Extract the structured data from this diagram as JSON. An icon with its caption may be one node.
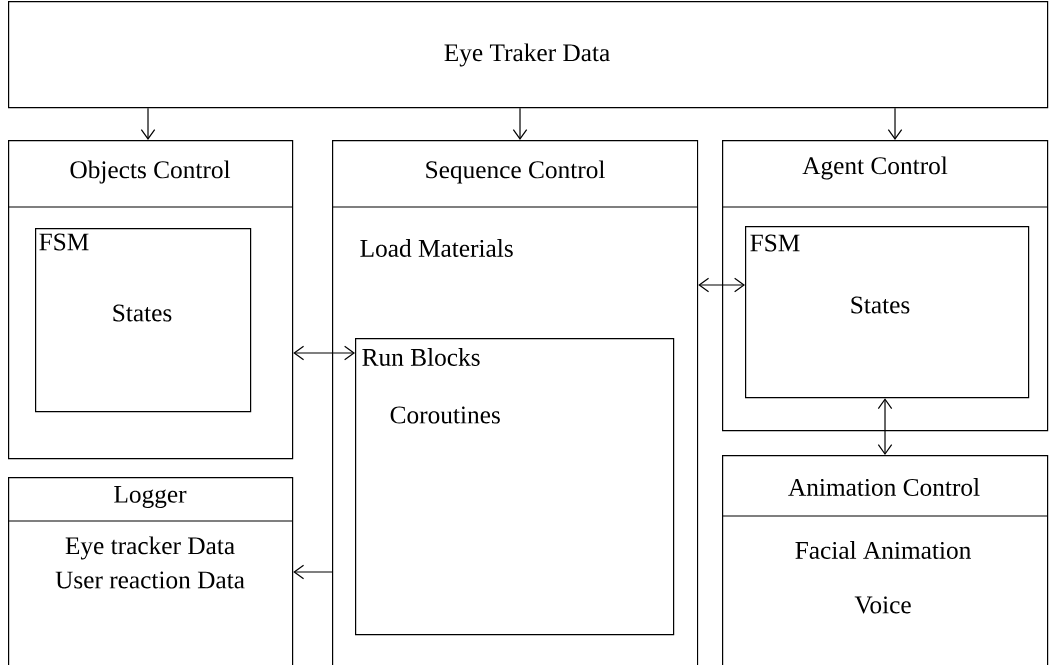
{
  "diagram": {
    "nodes": [
      {
        "text": [
          "Eye Traker Data"
        ]
      },
      {
        "text": [
          "Objects Control"
        ]
      },
      {
        "text": [
          "FSM",
          "States"
        ],
        "in": 1
      },
      {
        "text": [
          "Sequence Control",
          "Load Materials"
        ]
      },
      {
        "text": [
          "Run Blocks",
          "Coroutines"
        ],
        "in": 3
      },
      {
        "text": [
          "Agent Control"
        ]
      },
      {
        "text": [
          "FSM",
          "States"
        ],
        "in": 5
      },
      {
        "text": [
          "Logger",
          "Eye tracker Data",
          "User reaction Data"
        ]
      },
      {
        "text": [
          "Animation Control",
          "Facial Animation",
          "Voice"
        ]
      }
    ],
    "edges": [
      {
        "from": 0,
        "to": 1,
        "arrow": "to"
      },
      {
        "from": 0,
        "to": 3,
        "arrow": "to"
      },
      {
        "from": 0,
        "to": 5,
        "arrow": "to"
      },
      {
        "from": 1,
        "to": 4,
        "arrow": "both"
      },
      {
        "from": 3,
        "to": 6,
        "arrow": "both"
      },
      {
        "from": 6,
        "to": 8,
        "arrow": "both"
      },
      {
        "from": 3,
        "to": 7,
        "arrow": "to"
      }
    ]
  }
}
